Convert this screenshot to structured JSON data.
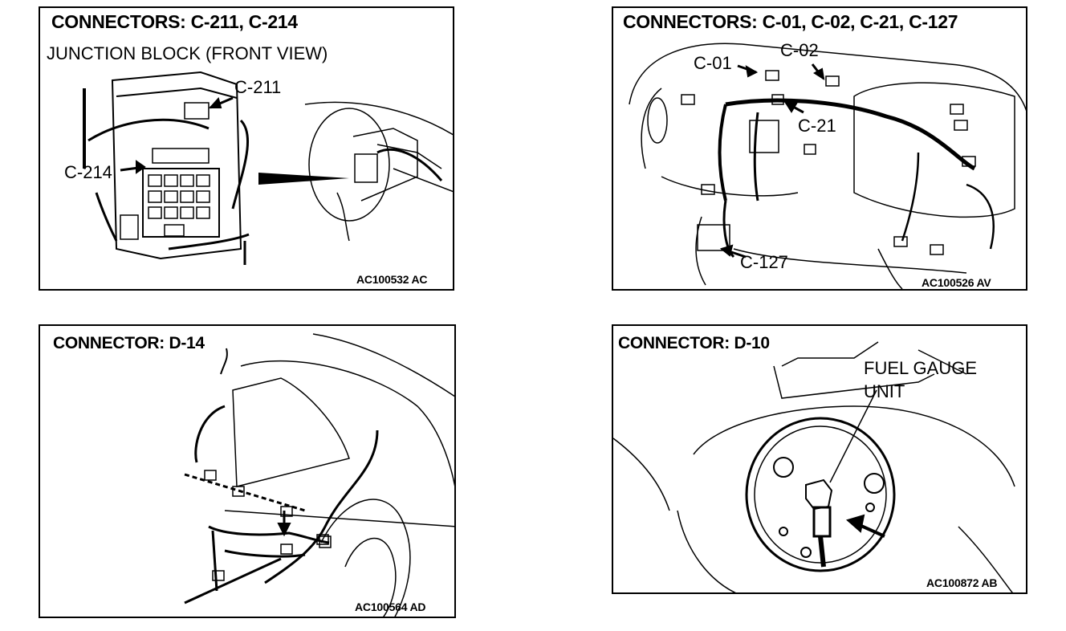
{
  "panels": [
    {
      "title": "CONNECTORS:  C-211, C-214",
      "subtitle": "JUNCTION BLOCK (FRONT VIEW)",
      "callouts": [
        "C-211",
        "C-214"
      ],
      "code": "AC100532 AC"
    },
    {
      "title": "CONNECTORS:  C-01, C-02, C-21, C-127",
      "callouts": [
        "C-01",
        "C-02",
        "C-21",
        "C-127"
      ],
      "code": "AC100526 AV"
    },
    {
      "title": "CONNECTOR:  D-14",
      "code": "AC100564 AD"
    },
    {
      "title": "CONNECTOR: D-10",
      "callouts": [
        "FUEL GAUGE",
        "UNIT"
      ],
      "code": "AC100872 AB"
    }
  ]
}
